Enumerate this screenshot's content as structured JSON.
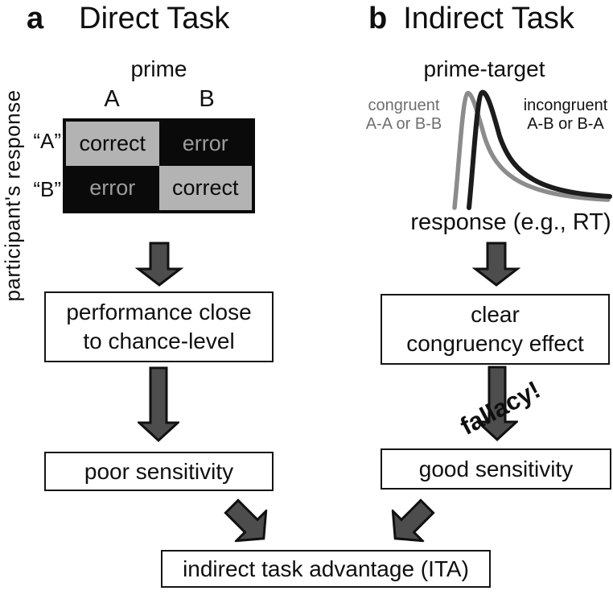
{
  "figure": {
    "panels": {
      "a": {
        "tag": "a",
        "title": "Direct Task",
        "axis_label_vertical": "participant's response",
        "matrix": {
          "top_label": "prime",
          "columns": [
            "A",
            "B"
          ],
          "rows": [
            "“A”",
            "“B”"
          ],
          "cells": [
            [
              "correct",
              "error"
            ],
            [
              "error",
              "correct"
            ]
          ]
        },
        "box_performance": {
          "line1": "performance close",
          "line2": "to chance-level"
        },
        "box_sensitivity": "poor sensitivity"
      },
      "b": {
        "tag": "b",
        "title": "Indirect Task",
        "plot": {
          "top_label": "prime-target",
          "x_label": "response (e.g., RT)",
          "congruent": {
            "line1": "congruent",
            "line2": "A-A or B-B"
          },
          "incongruent": {
            "line1": "incongruent",
            "line2": "A-B or B-A"
          },
          "curves": [
            "congruent RT distribution (earlier peak, gray)",
            "incongruent RT distribution (later peak, black)"
          ]
        },
        "box_effect": {
          "line1": "clear",
          "line2": "congruency effect"
        },
        "fallacy": "fallacy!",
        "box_sensitivity": "good sensitivity"
      }
    },
    "conclusion_box": "indirect task advantage (ITA)"
  },
  "colors": {
    "background": "#ffffff",
    "text": "#0f0f0f",
    "arrow-fill": "#4d4d4d",
    "arrow-outline": "#111111",
    "cell-gray": "#b3b3b3",
    "error-text": "#9c9c9c",
    "congruent-gray": "#6f6f6f",
    "curve-congruent": "#8c8c8c",
    "curve-incongruent": "#1c1c1c",
    "box-border": "#141414"
  }
}
